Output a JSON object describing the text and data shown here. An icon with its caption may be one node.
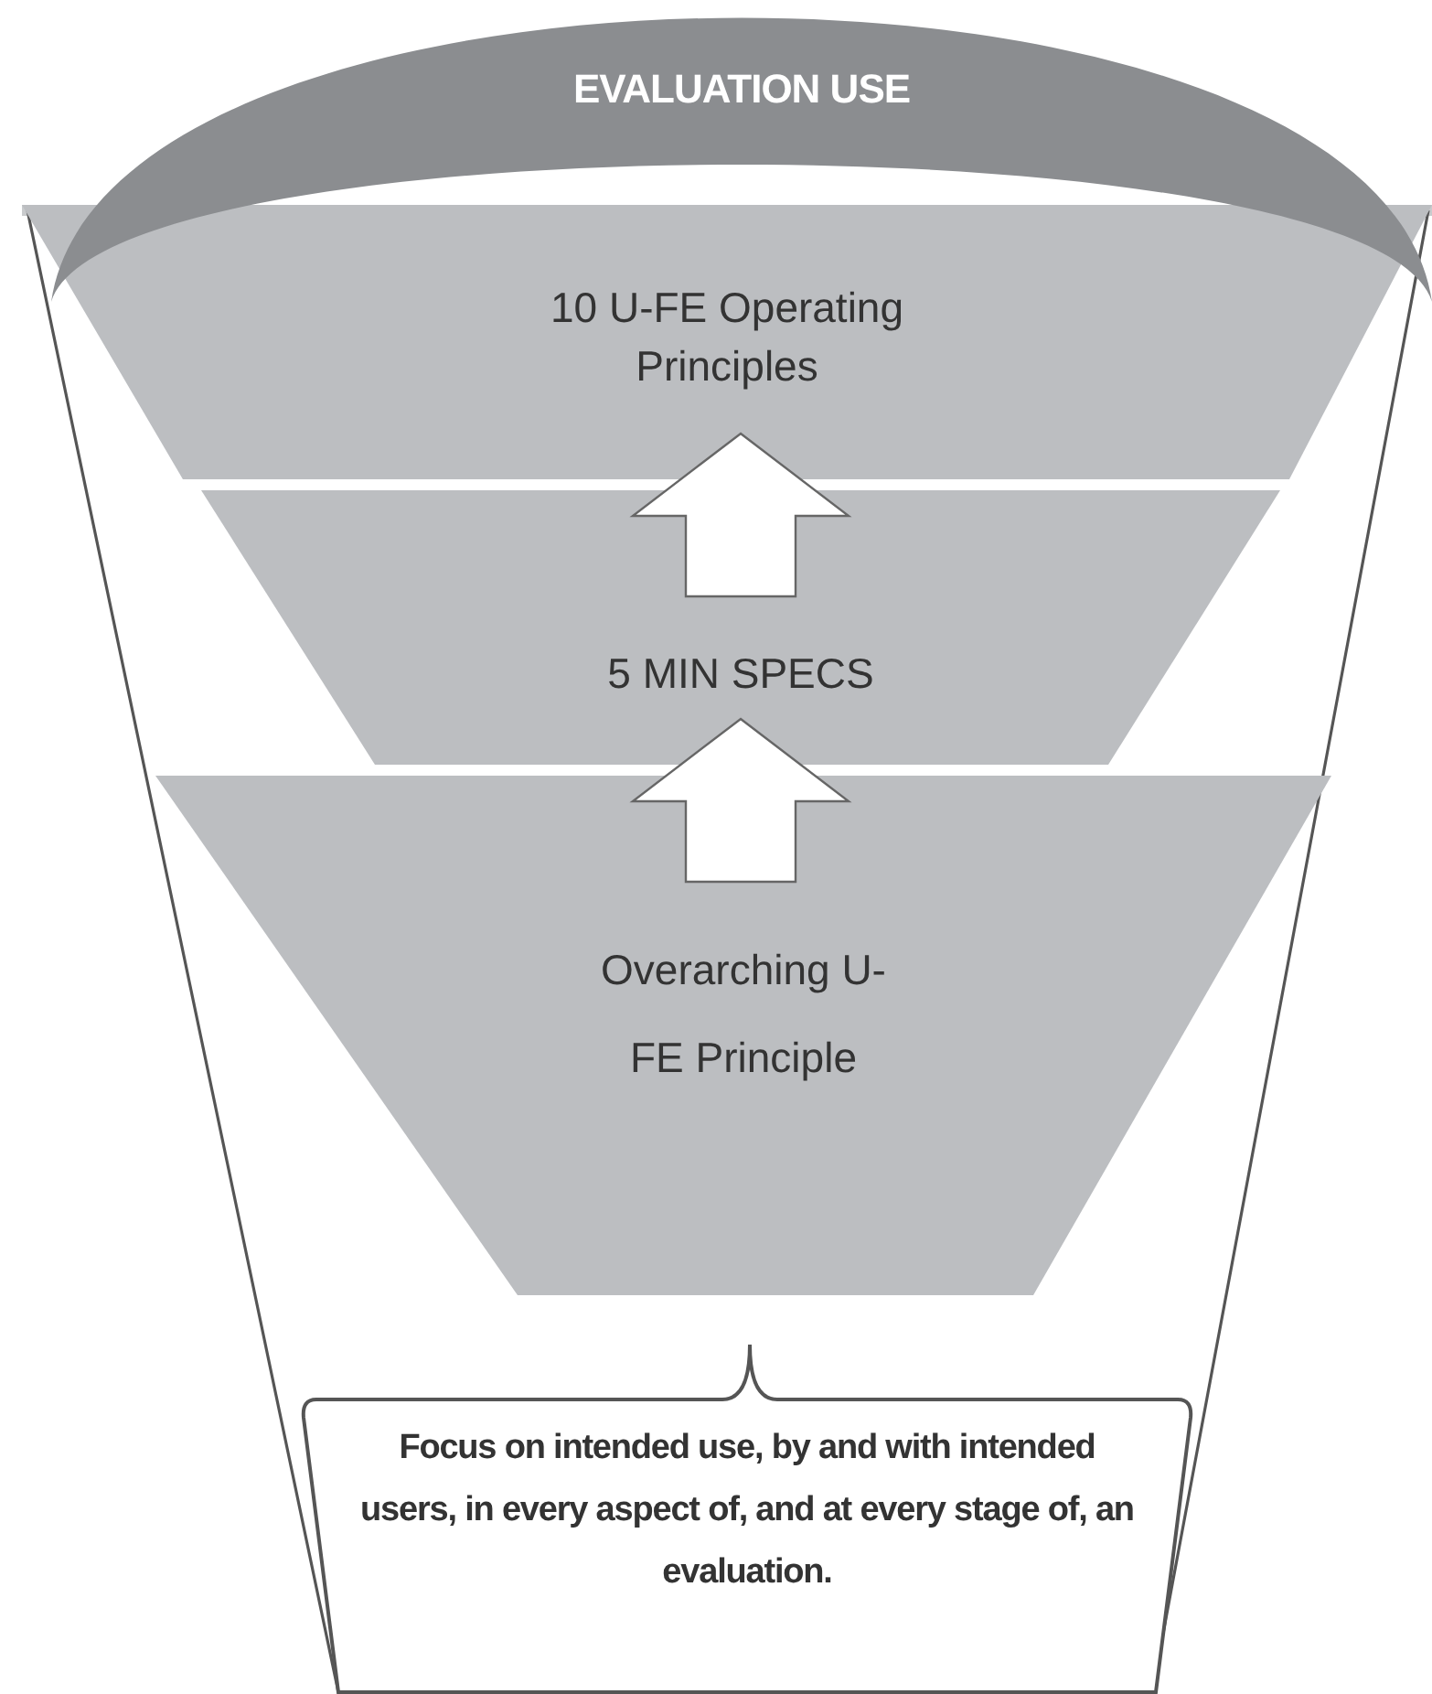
{
  "diagram": {
    "nodes": [
      {
        "text": [
          "EVALUATION USE"
        ]
      },
      {
        "text": [
          "10 U-FE Operating Principles"
        ]
      },
      {
        "text": [
          "5 MIN SPECS"
        ]
      },
      {
        "text": [
          "Overarching U-FE Principle"
        ]
      },
      {
        "text": [
          "Focus on intended use, by and with intended users, in every aspect of, and at every stage of, an evaluation."
        ]
      }
    ],
    "edges": [
      {
        "from": 3,
        "to": 2,
        "arrow": "to"
      },
      {
        "from": 2,
        "to": 1,
        "arrow": "to"
      }
    ]
  }
}
